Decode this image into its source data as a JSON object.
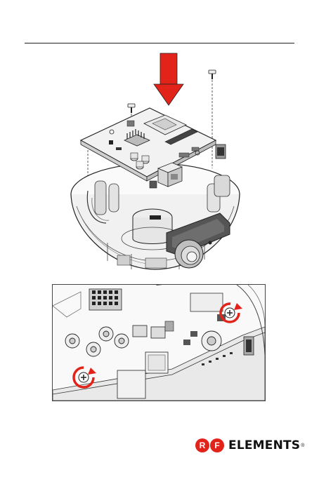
{
  "page": {
    "background": "#ffffff",
    "rule_color": "#222222"
  },
  "figure_main": {
    "arrow_color": "#e2231a",
    "screws_count": 2
  },
  "figure_detail": {
    "rotation_marker_color": "#e2231a"
  },
  "logo": {
    "letter1": "R",
    "letter2": "F",
    "word": "ELEMENTS",
    "registered": "®",
    "brand_color": "#e2231a"
  }
}
